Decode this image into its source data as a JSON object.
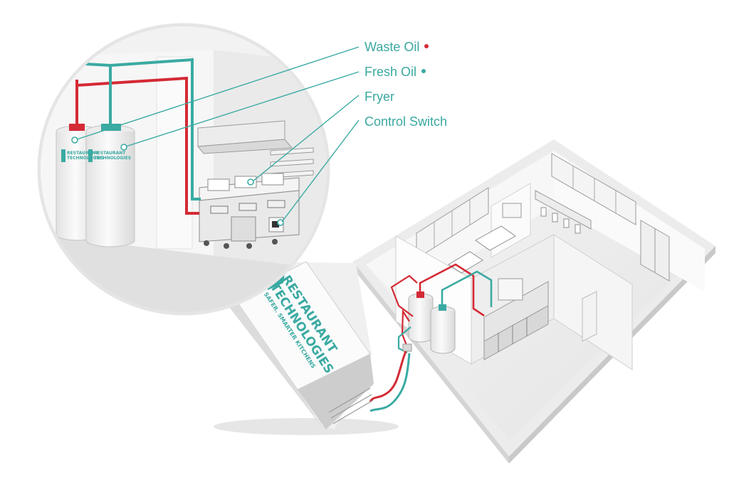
{
  "colors": {
    "teal": "#3aaaa2",
    "red": "#d42a35",
    "wall": "#f2f2f2",
    "shadow": "#d6d6d6"
  },
  "callouts": [
    {
      "id": "waste-oil",
      "label": "Waste Oil",
      "dot_color": "#d42a35"
    },
    {
      "id": "fresh-oil",
      "label": "Fresh Oil",
      "dot_color": "#3aaaa2"
    },
    {
      "id": "fryer",
      "label": "Fryer"
    },
    {
      "id": "control-switch",
      "label": "Control Switch"
    }
  ],
  "brand": {
    "line1": "RESTAURANT",
    "line2": "TECHNOLOGIES",
    "tagline": "SAFER. SMARTER KITCHENS"
  }
}
